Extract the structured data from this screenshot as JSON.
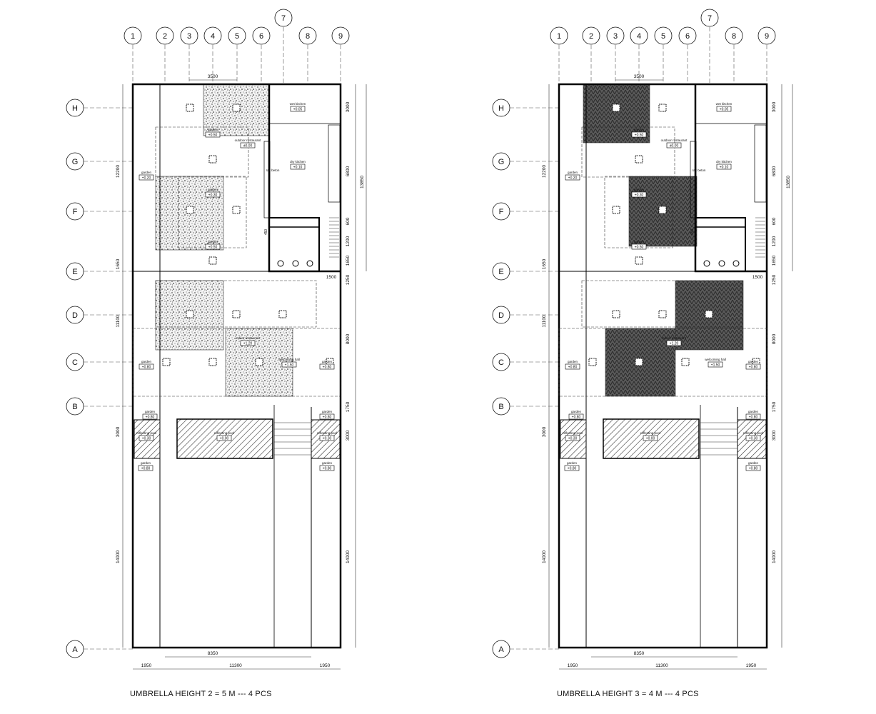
{
  "plans": [
    {
      "caption": "UMBRELLA HEIGHT 2 = 5 M --- 4 PCS",
      "pattern": "speckle"
    },
    {
      "caption": "UMBRELLA HEIGHT 3 = 4 M --- 4 PCS",
      "pattern": "herringbone"
    }
  ],
  "grid_columns": [
    "1",
    "2",
    "3",
    "4",
    "5",
    "6",
    "7",
    "8",
    "9"
  ],
  "grid_rows": [
    "H",
    "G",
    "F",
    "E",
    "D",
    "C",
    "B",
    "A"
  ],
  "dimensions": {
    "top": "3500",
    "left": [
      "12200",
      "1650",
      "11100",
      "3000",
      "14000"
    ],
    "right_inner": [
      "3000",
      "6800",
      "600",
      "1200",
      "1650",
      "1250",
      "8000",
      "1750",
      "3000",
      "14000"
    ],
    "right_outer": "13850",
    "bottom_inner": "8350",
    "bottom": [
      "1950",
      "11300",
      "1950"
    ],
    "misc": [
      "1500",
      "450"
    ]
  },
  "rooms": [
    {
      "name": "wet kitchen",
      "level": "+0.05"
    },
    {
      "name": "dry kitchen",
      "level": "+0.10"
    },
    {
      "name": "garden",
      "level": "+0.20"
    },
    {
      "name": "garden",
      "level": "+0.30"
    },
    {
      "name": "outdoor restaurant",
      "level": "±0.00"
    },
    {
      "name": "garden",
      "level": "+0.50"
    },
    {
      "name": "garden",
      "level": "+0.50"
    },
    {
      "name": "rak beton",
      "level": ""
    },
    {
      "name": "indoor restaurant",
      "level": "+1.20"
    },
    {
      "name": "welcoming hall",
      "level": "+1.50"
    },
    {
      "name": "garden",
      "level": "+0.80"
    },
    {
      "name": "garden",
      "level": "+0.80"
    },
    {
      "name": "garden",
      "level": "+0.80"
    },
    {
      "name": "garden",
      "level": "+0.80"
    },
    {
      "name": "reflecting pool",
      "level": "+0.30"
    },
    {
      "name": "reflecting pool",
      "level": "+0.00"
    },
    {
      "name": "reflecting pool",
      "level": "+0.30"
    },
    {
      "name": "garden",
      "level": "+0.80"
    },
    {
      "name": "garden",
      "level": "+0.80"
    }
  ]
}
